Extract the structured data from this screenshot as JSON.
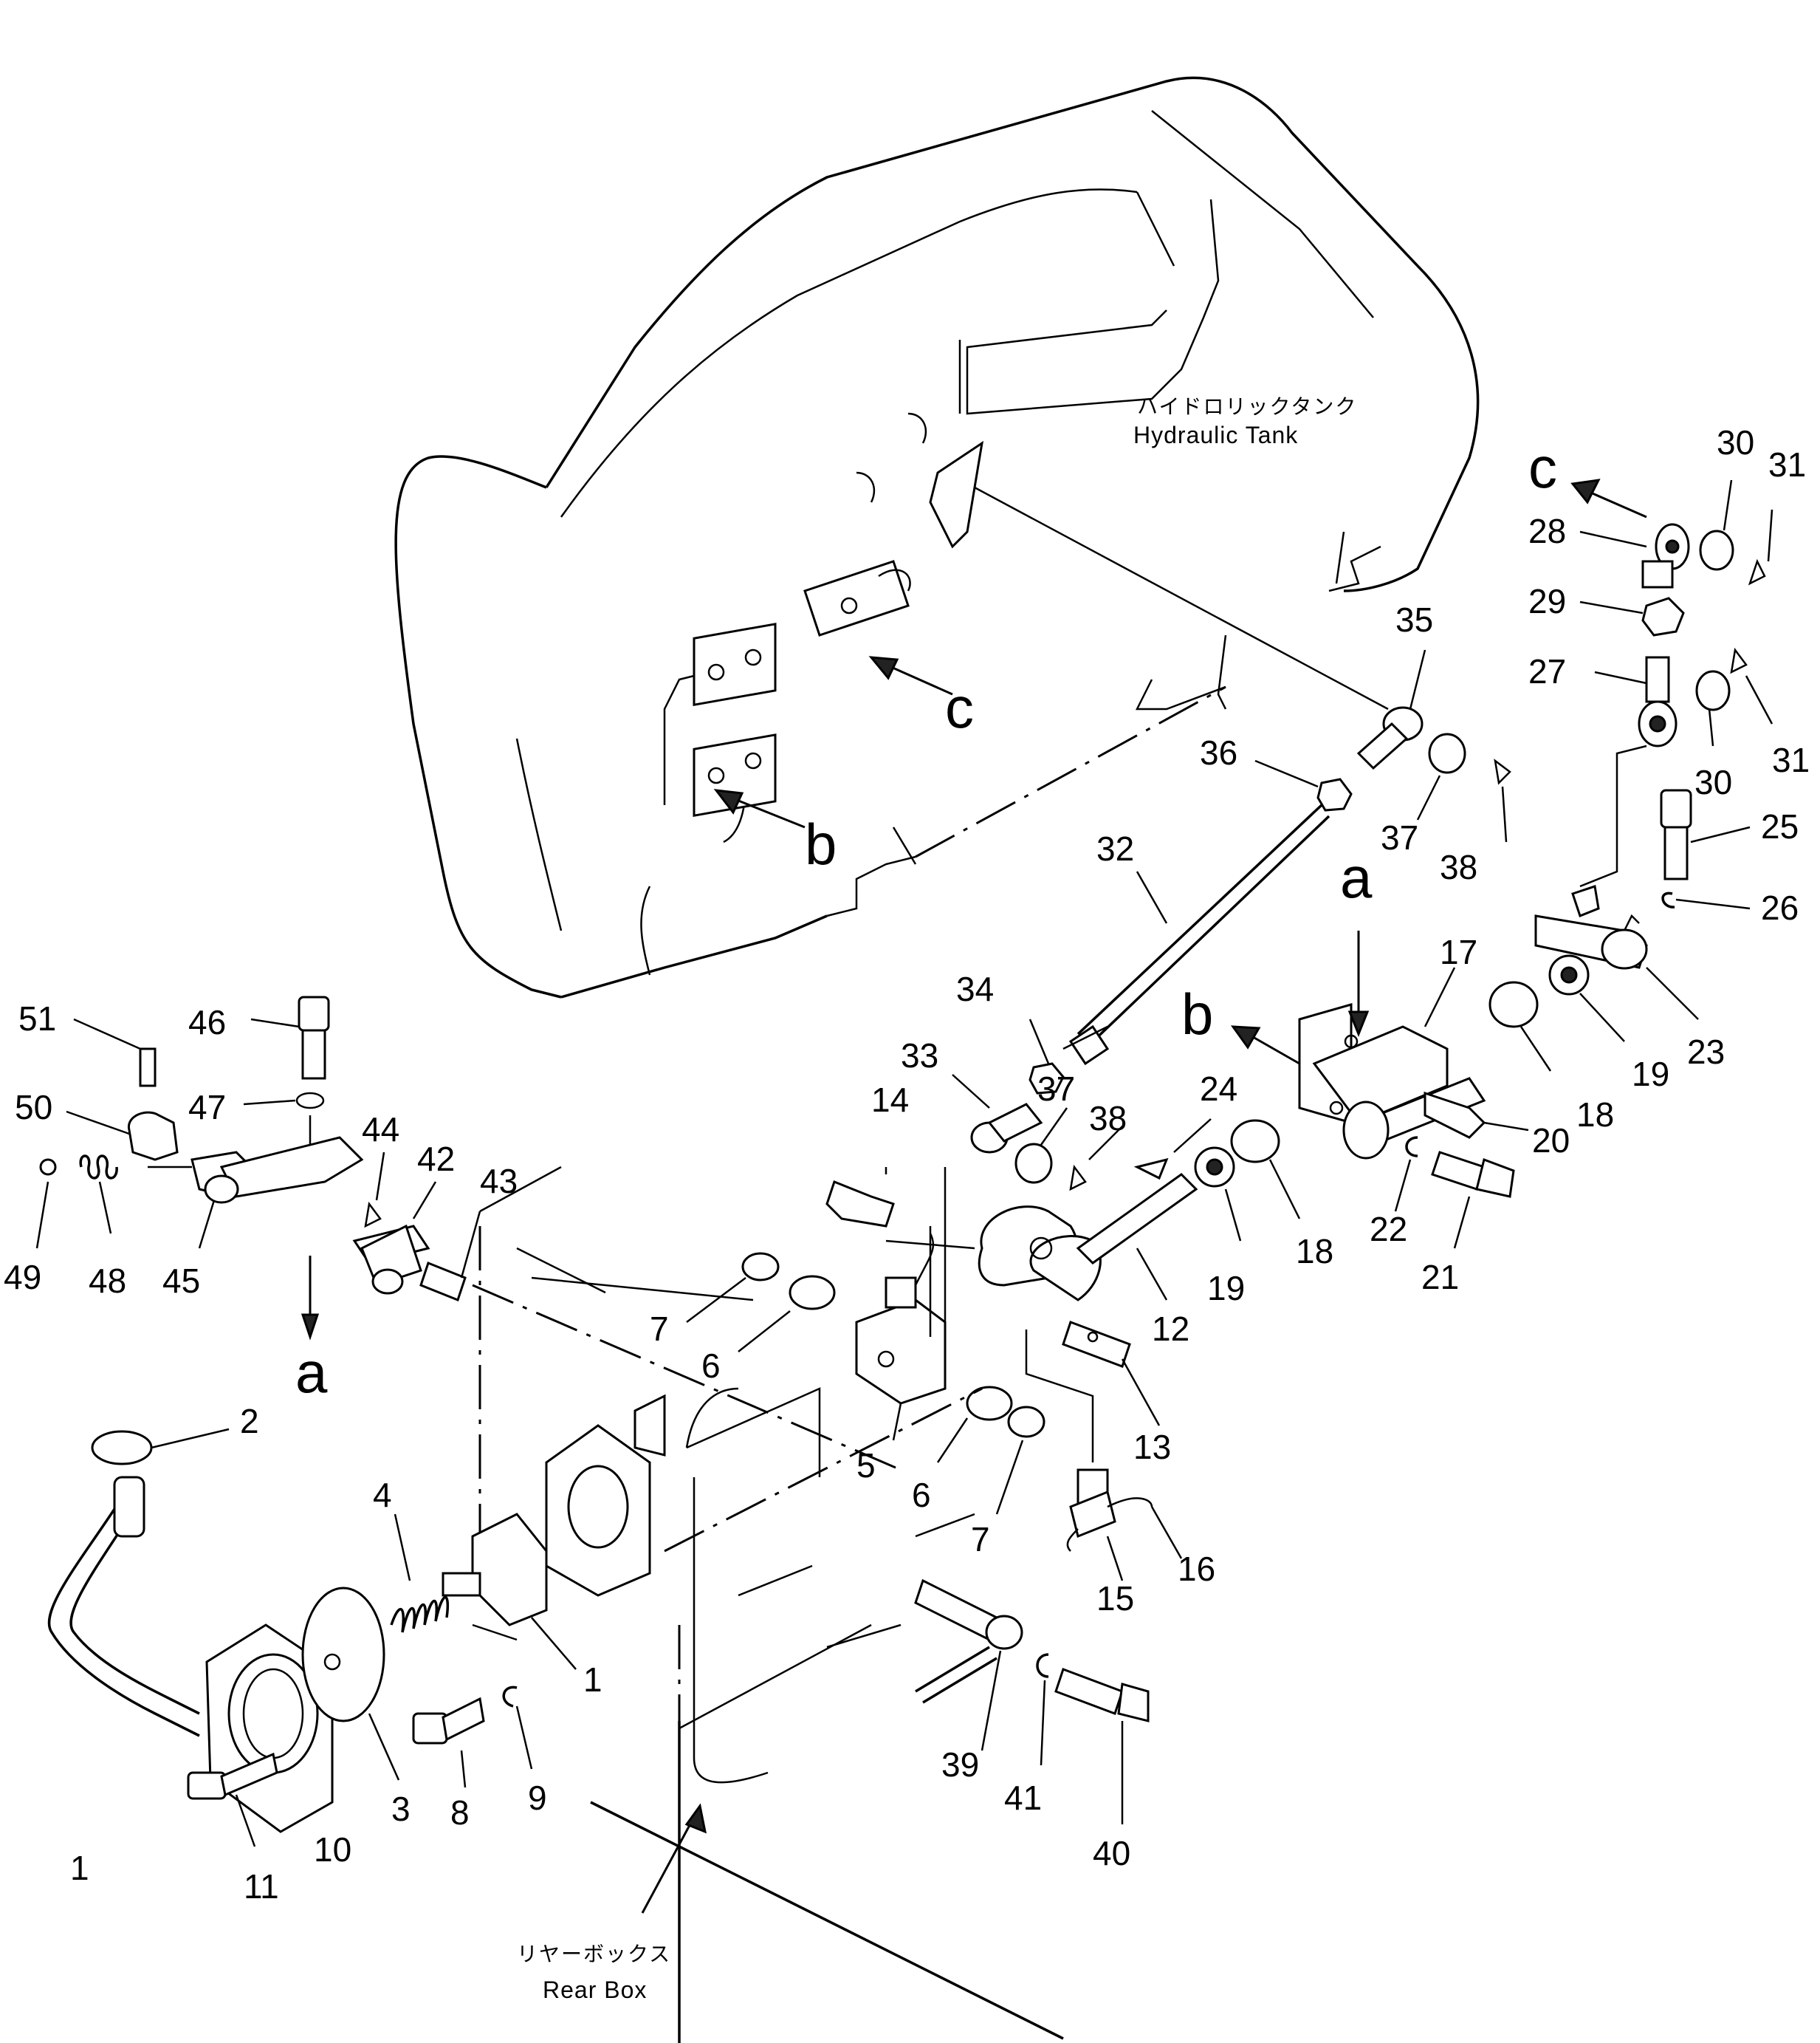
{
  "captions": {
    "hydraulic_tank_jp": "ハイドロリックタンク",
    "hydraulic_tank_en": "Hydraulic  Tank",
    "rear_box_jp": "リヤーボックス",
    "rear_box_en": "Rear Box"
  },
  "refs": {
    "a": "a",
    "b": "b",
    "c": "c"
  },
  "callouts": {
    "c1": "1",
    "c2": "2",
    "c3": "3",
    "c4": "4",
    "c5": "5",
    "c6": "6",
    "c7": "7",
    "c8": "8",
    "c9": "9",
    "c10": "10",
    "c11": "11",
    "c12": "12",
    "c13": "13",
    "c14": "14",
    "c15": "15",
    "c16": "16",
    "c17": "17",
    "c18": "18",
    "c19": "19",
    "c20": "20",
    "c21": "21",
    "c22": "22",
    "c23": "23",
    "c24": "24",
    "c25": "25",
    "c26": "26",
    "c27": "27",
    "c28": "28",
    "c29": "29",
    "c30": "30",
    "c31": "31",
    "c32": "32",
    "c33": "33",
    "c34": "34",
    "c35": "35",
    "c36": "36",
    "c37": "37",
    "c38": "38",
    "c39": "39",
    "c40": "40",
    "c41": "41",
    "c42": "42",
    "c43": "43",
    "c44": "44",
    "c45": "45",
    "c46": "46",
    "c47": "47",
    "c48": "48",
    "c49": "49",
    "c50": "50",
    "c51": "51"
  }
}
